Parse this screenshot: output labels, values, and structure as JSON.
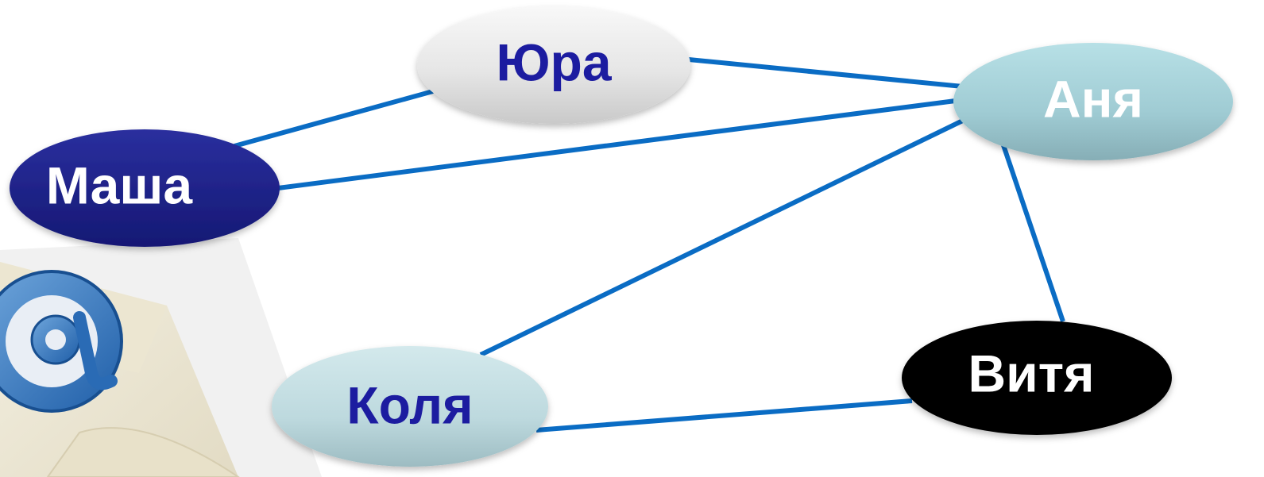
{
  "nodes": {
    "yura": "Юра",
    "anya": "Аня",
    "masha": "Маша",
    "kolya": "Коля",
    "vitya": "Витя"
  },
  "colors": {
    "edge": "#0a6cc4",
    "masha_fill": "#1c1f8e",
    "masha_text": "#ffffff",
    "yura_fill": "#e4e4e4",
    "yura_text": "#1a1aa0",
    "anya_fill": "#a8d2d8",
    "anya_text": "#ffffff",
    "kolya_fill": "#c2dde2",
    "kolya_text": "#1a1aa0",
    "vitya_fill": "#000000",
    "vitya_text": "#ffffff"
  },
  "decoration": {
    "icon": "email-envelope-at-icon"
  }
}
